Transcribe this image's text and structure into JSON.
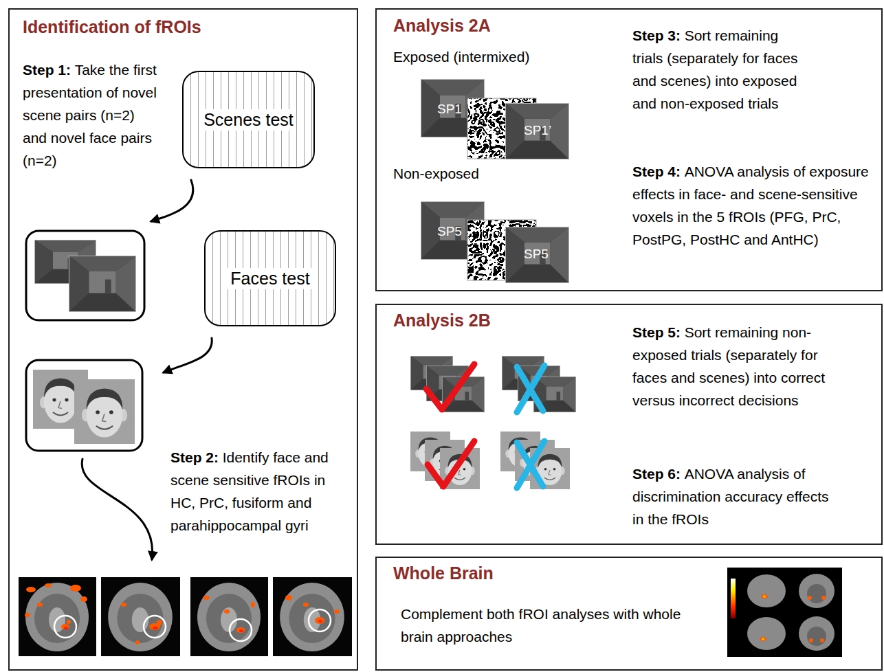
{
  "diagram": {
    "nodes": [
      {
        "text": [
          "Identification of fROIs",
          "Step 1:",
          "Take the first presentation of novel scene pairs (n=2) and novel face pairs (n=2)",
          "Step 2:",
          "Identify face and scene sensitive fROIs in HC, PrC, fusiform and parahippocampal gyri"
        ]
      },
      {
        "text": [
          "Scenes test"
        ],
        "in": 0
      },
      {
        "text": [
          "Faces test"
        ],
        "in": 0
      },
      {
        "text": [
          "Analysis 2A",
          "Exposed (intermixed)",
          "Non-exposed",
          "Step 3:",
          "Sort remaining trials (separately for faces and scenes) into exposed and non-exposed trials",
          "Step 4:",
          "ANOVA analysis of exposure effects in face- and scene-sensitive voxels in the 5 fROIs (PFG, PrC, PostPG, PostHC and AntHC)"
        ]
      },
      {
        "text": [
          "SP1"
        ],
        "in": 3
      },
      {
        "text": [
          "SP1’"
        ],
        "in": 3
      },
      {
        "text": [
          "SP5"
        ],
        "in": 3
      },
      {
        "text": [
          "SP5"
        ],
        "in": 3
      },
      {
        "text": [
          "Analysis 2B",
          "Step 5:",
          "Sort remaining non-exposed trials (separately for faces and scenes) into correct versus incorrect decisions",
          "Step 6:",
          "ANOVA analysis of discrimination accuracy effects in the fROIs"
        ]
      },
      {
        "text": [
          "Whole Brain",
          "Complement both fROI analyses with whole brain approaches"
        ]
      }
    ]
  }
}
